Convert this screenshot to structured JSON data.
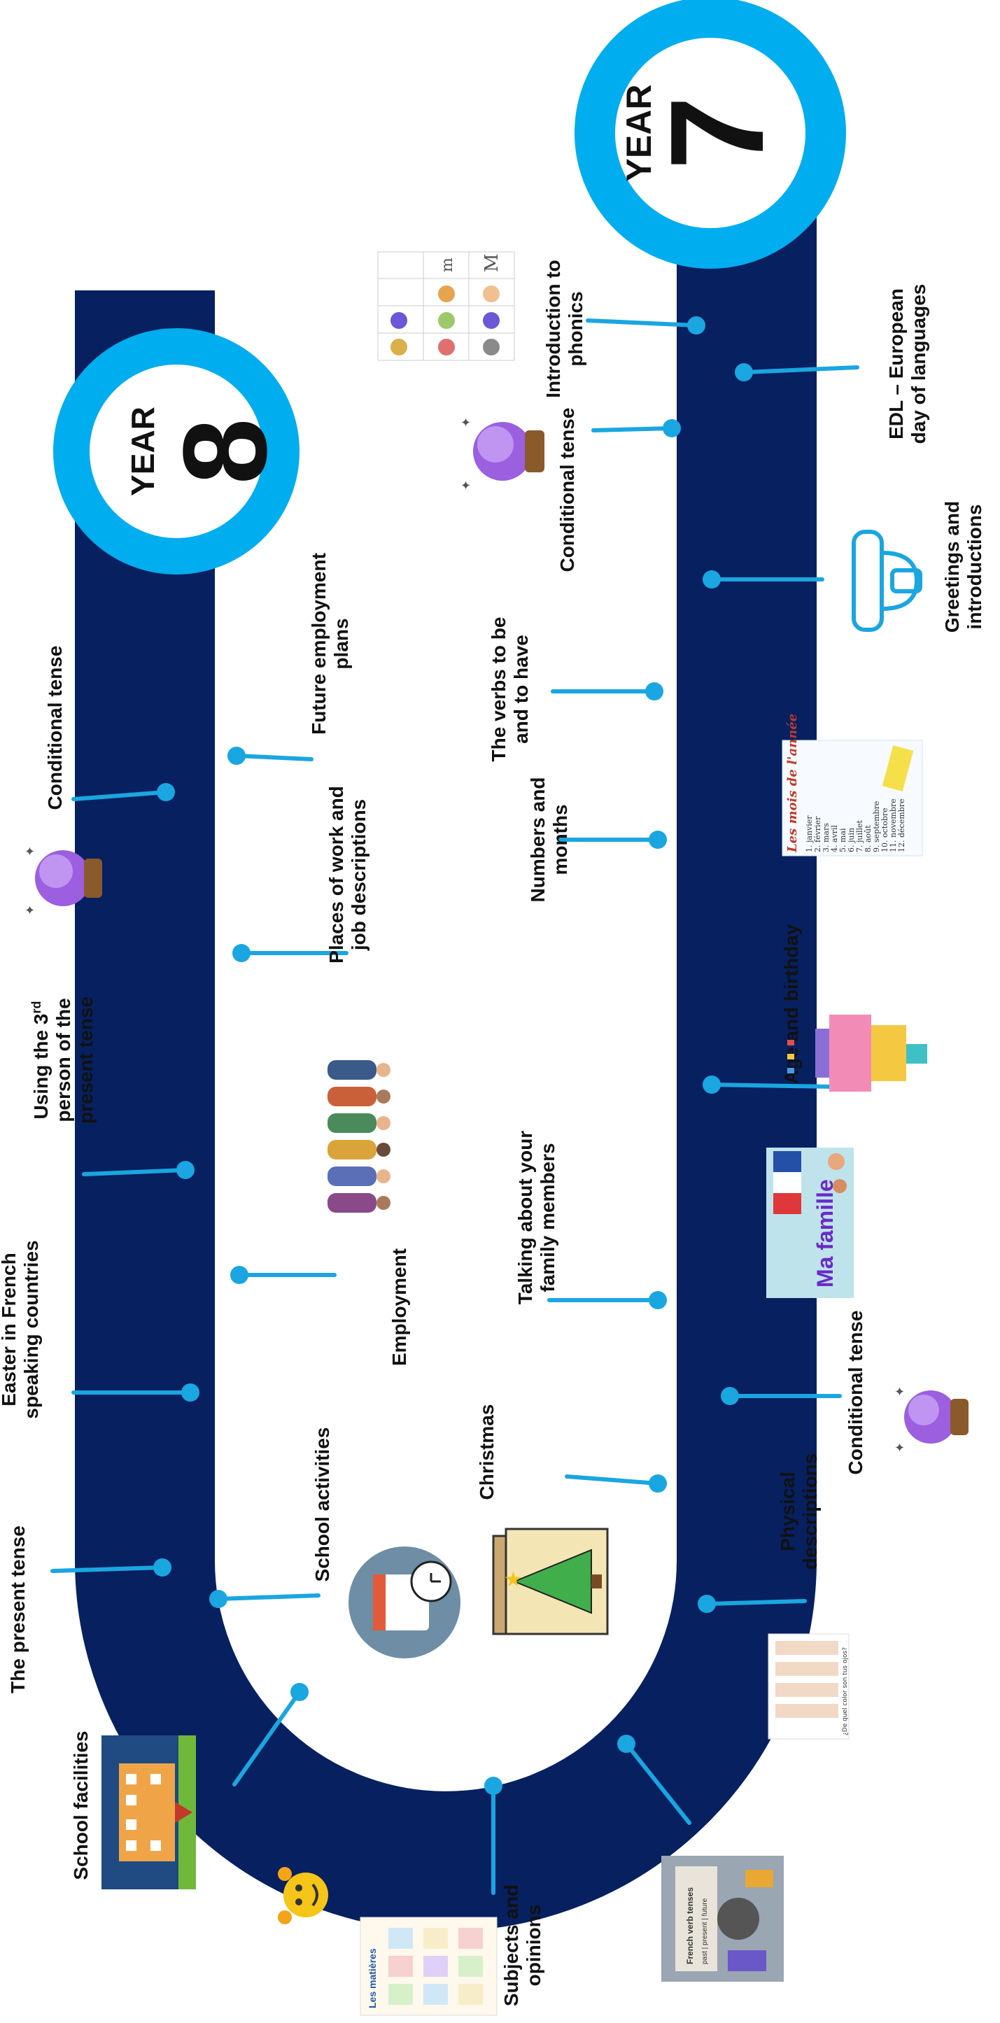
{
  "colors": {
    "track": "#062060",
    "ring": "#00adee",
    "connector": "#1aa6e0",
    "text": "#111111"
  },
  "badges": {
    "year7": {
      "word": "YEAR",
      "number": "7"
    },
    "year8": {
      "word": "YEAR",
      "number": "8"
    }
  },
  "topics": {
    "y7_phonics": [
      "Introduction to",
      "phonics"
    ],
    "y7_edl": [
      "EDL – European",
      "day of languages"
    ],
    "y7_conditional": [
      "Conditional tense"
    ],
    "y7_greetings": [
      "Greetings and",
      "introductions"
    ],
    "y7_verbs": [
      "The verbs to be",
      "and to have"
    ],
    "y7_numbers": [
      "Numbers and",
      "months"
    ],
    "y7_age": [
      "Age and birthday"
    ],
    "y7_family": [
      "Talking about your",
      "family members"
    ],
    "y7_conditional2": [
      "Conditional tense"
    ],
    "y7_christmas": [
      "Christmas"
    ],
    "y7_physical": [
      "Physical",
      "descriptions"
    ],
    "y7_subjects": [
      "Subjects and",
      "opinions"
    ],
    "y8_conditional": [
      "Conditional tense"
    ],
    "y8_future": [
      "Future employment",
      "plans"
    ],
    "y8_places": [
      "Places of work and",
      "job descriptions"
    ],
    "y8_third_person_pre": "Using the 3",
    "y8_third_person_sup": "rd",
    "y8_third_person_rest": [
      "person of the",
      "present tense"
    ],
    "y8_easter": [
      "Easter in French",
      "speaking countries"
    ],
    "y8_employment": [
      "Employment"
    ],
    "y8_school_activities": [
      "School activities"
    ],
    "y8_present": [
      "The present tense"
    ],
    "y8_school_facilities": [
      "School facilities"
    ]
  },
  "images": {
    "months_card_title": "Les mois de l'année",
    "months_list": [
      "1. janvier",
      "2. février",
      "3. mars",
      "4. avril",
      "5. mai",
      "6. juin",
      "7. juillet",
      "8. août",
      "9. septembre",
      "10. octobre",
      "11. novembre",
      "12. décembre"
    ],
    "famille_title": "Ma famille",
    "phonics_letters": [
      "M",
      "m"
    ],
    "eyes_caption": "¿De quel color son tus ojos?",
    "poster_text": [
      "French verb tenses",
      "past | present | future"
    ],
    "subjects_title": "Les matières"
  }
}
